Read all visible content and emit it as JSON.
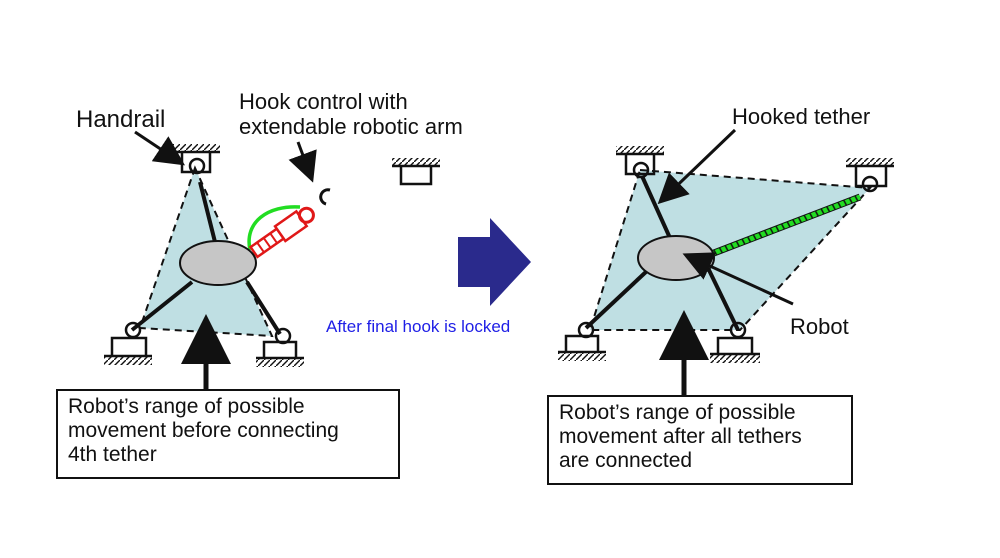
{
  "labels": {
    "handrail": "Handrail",
    "hook_control_line1": "Hook control with",
    "hook_control_line2": "extendable robotic arm",
    "hooked_tether": "Hooked tether",
    "robot": "Robot",
    "transition": "After final hook is locked"
  },
  "captions": {
    "left": [
      "Robot’s range of possible",
      "movement before connecting",
      "4th tether"
    ],
    "right": [
      "Robot’s range of possible",
      "movement after all tethers",
      "are connected"
    ]
  },
  "colors": {
    "range_fill": "#bfdfe3",
    "robot_fill": "#c6c6c6",
    "arm_red": "#e01818",
    "cable_green": "#22dd22",
    "arrow_navy": "#2a2a8c",
    "transition_text": "#1e1ee6"
  }
}
